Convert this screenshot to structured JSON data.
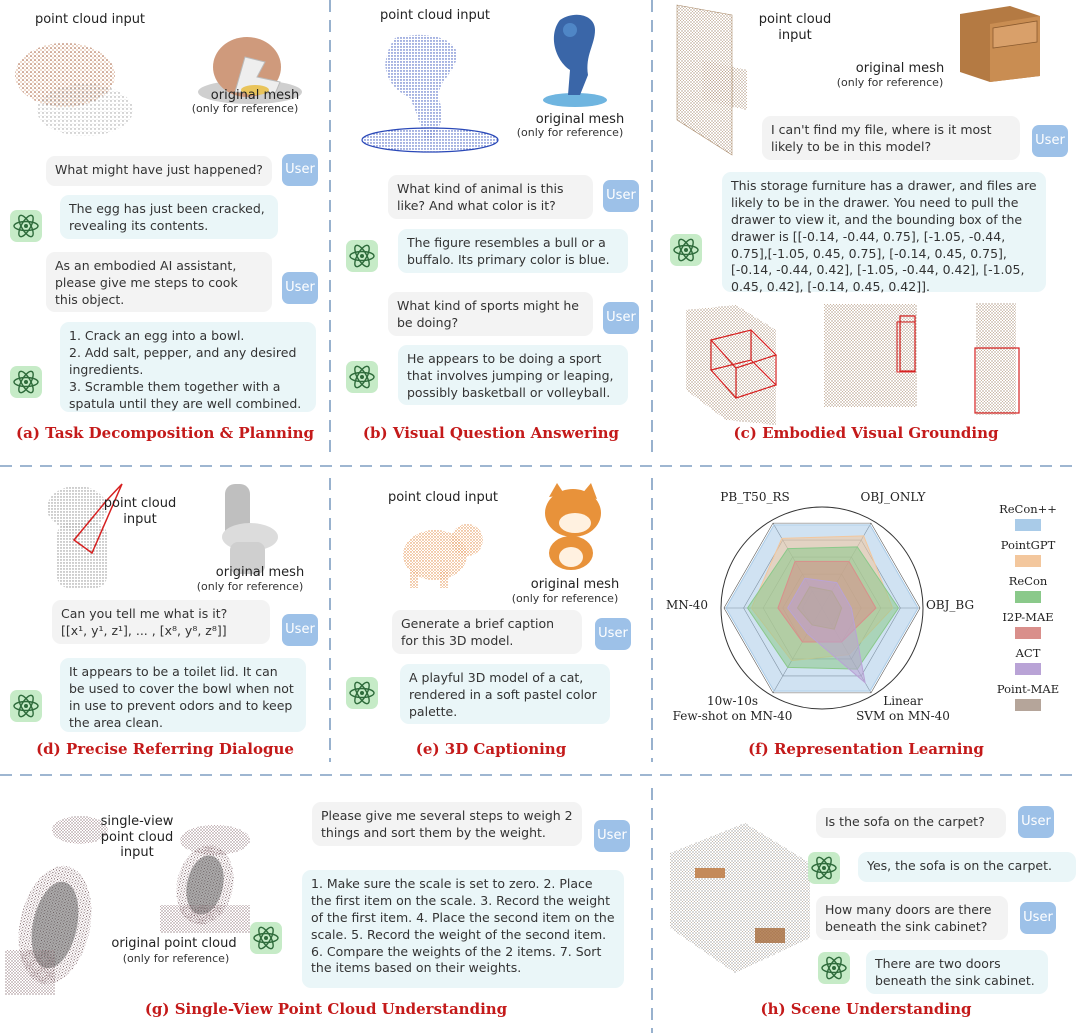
{
  "user_label": "User",
  "panels": {
    "a": {
      "title": "(a) Task Decomposition & Planning",
      "input_label": "point cloud input",
      "mesh_label": "original mesh",
      "mesh_note": "(only for reference)",
      "q1": "What might have just happened?",
      "a1": "The egg has just been cracked, revealing its contents.",
      "q2": "As an embodied AI assistant, please give me steps to cook this object.",
      "a2": "1. Crack an egg into a bowl.\n2. Add salt, pepper, and any desired ingredients.\n3. Scramble them together with a spatula until they are well combined."
    },
    "b": {
      "title": "(b) Visual Question Answering",
      "input_label": "point cloud input",
      "mesh_label": "original mesh",
      "mesh_note": "(only for reference)",
      "q1": "What kind of animal is this like? And what color is it?",
      "a1": "The figure resembles a bull or a buffalo. Its primary color is blue.",
      "q2": "What kind of sports might he be doing?",
      "a2": "He appears to be doing a sport that involves jumping or leaping, possibly basketball or volleyball."
    },
    "c": {
      "title": "(c) Embodied Visual Grounding",
      "input_label": "point cloud\ninput",
      "mesh_label": "original mesh",
      "mesh_note": "(only for reference)",
      "q1": "I can't find my file, where is it most likely to be in this model?",
      "a1": "This storage furniture has a drawer, and files are likely to be in the drawer. You need to pull the drawer to view it, and the bounding box of the drawer is [[-0.14, -0.44, 0.75], [-1.05, -0.44, 0.75],[-1.05, 0.45, 0.75], [-0.14, 0.45, 0.75], [-0.14, -0.44, 0.42], [-1.05, -0.44, 0.42], [-1.05, 0.45, 0.42], [-0.14, 0.45, 0.42]]."
    },
    "d": {
      "title": "(d) Precise Referring Dialogue",
      "input_label": "point cloud\ninput",
      "mesh_label": "original mesh",
      "mesh_note": "(only for reference)",
      "q1": "Can you tell me what is it?\n[[x¹, y¹, z¹], ... , [x⁸, y⁸, z⁸]]",
      "a1": "It appears to be a toilet lid. It can be used to cover the bowl when not in use to prevent odors and to keep the area clean."
    },
    "e": {
      "title": "(e) 3D Captioning",
      "input_label": "point cloud input",
      "mesh_label": "original mesh",
      "mesh_note": "(only for reference)",
      "q1": "Generate a brief caption for this 3D model.",
      "a1": "A playful 3D model of a cat, rendered in a soft pastel color palette."
    },
    "f": {
      "title": "(f) Representation Learning"
    },
    "g": {
      "title": "(g) Single-View Point Cloud Understanding",
      "input_label": "single-view\npoint cloud\ninput",
      "orig_label": "original point cloud",
      "orig_note": "(only for reference)",
      "q1": "Please give me several steps to weigh 2 things and sort them by the weight.",
      "a1": "1. Make sure the scale is set to zero. 2. Place the first item on the scale. 3. Record the weight of the first item. 4. Place the second item on the scale. 5. Record the weight of the second item. 6. Compare the weights of the 2 items. 7. Sort the items based on their weights."
    },
    "h": {
      "title": "(h) Scene Understanding",
      "q1": "Is the sofa on the carpet?",
      "a1": "Yes, the sofa is on the carpet.",
      "q2": "How many doors are there beneath the sink cabinet?",
      "a2": "There are two doors beneath the sink cabinet."
    }
  },
  "chart_data": {
    "type": "radar",
    "axes": [
      "PB_T50_RS",
      "OBJ_ONLY",
      "OBJ_BG",
      "Linear SVM on MN-40",
      "10w-10s Few-shot on MN-40",
      "MN-40"
    ],
    "axis_labels": {
      "top_left": "PB_T50_RS",
      "top_right": "OBJ_ONLY",
      "right": "OBJ_BG",
      "bottom_right": "Linear\nSVM on MN-40",
      "bottom_left": "10w-10s\nFew-shot on MN-40",
      "left": "MN-40"
    },
    "series": [
      {
        "name": "ReCon++",
        "color": "#a9cbe8",
        "values": [
          0.98,
          0.98,
          0.98,
          0.98,
          0.98,
          0.98
        ]
      },
      {
        "name": "PointGPT",
        "color": "#f3c79d",
        "values": [
          0.82,
          0.85,
          0.72,
          0.55,
          0.62,
          0.72
        ]
      },
      {
        "name": "ReCon",
        "color": "#8ac98a",
        "values": [
          0.7,
          0.72,
          0.78,
          0.72,
          0.7,
          0.76
        ]
      },
      {
        "name": "I2P-MAE",
        "color": "#d98f8b",
        "values": [
          0.55,
          0.55,
          0.55,
          0.4,
          0.4,
          0.45
        ]
      },
      {
        "name": "ACT",
        "color": "#b9a3d6",
        "values": [
          0.35,
          0.3,
          0.3,
          0.88,
          0.3,
          0.35
        ]
      },
      {
        "name": "Point-MAE",
        "color": "#b5a59a",
        "values": [
          0.25,
          0.2,
          0.2,
          0.25,
          0.2,
          0.25
        ]
      }
    ],
    "grid": true,
    "legend_position": "right"
  }
}
